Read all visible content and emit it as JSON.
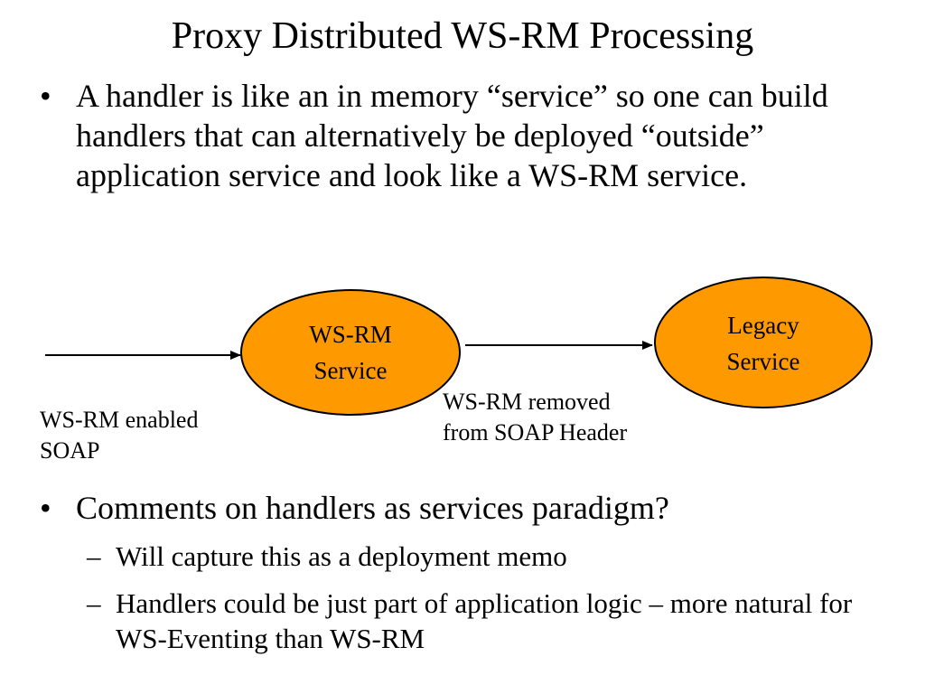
{
  "slide": {
    "title": "Proxy Distributed WS-RM Processing",
    "bullets": [
      {
        "marker": "•",
        "text": "A handler is like an in memory “service” so one can build handlers that can alternatively be deployed “outside” application service and look like a WS-RM service."
      },
      {
        "marker": "•",
        "text": "Comments on handlers as services paradigm?",
        "sub_items": [
          {
            "marker": "–",
            "text": "Will capture this as a deployment memo"
          },
          {
            "marker": "–",
            "text": "Handlers could be just part of application logic – more natural for WS-Eventing than WS-RM"
          }
        ]
      }
    ]
  },
  "diagram": {
    "fill_color": "#ff9900",
    "stroke_color": "#000000",
    "nodes": {
      "wsrm_service": {
        "line1": "WS-RM",
        "line2": "Service"
      },
      "legacy_service": {
        "line1": "Legacy",
        "line2": "Service"
      }
    },
    "edges": {
      "incoming": {
        "label_line1": "WS-RM enabled",
        "label_line2": "SOAP"
      },
      "forward": {
        "label_line1": "WS-RM removed",
        "label_line2": "from SOAP Header"
      }
    }
  }
}
